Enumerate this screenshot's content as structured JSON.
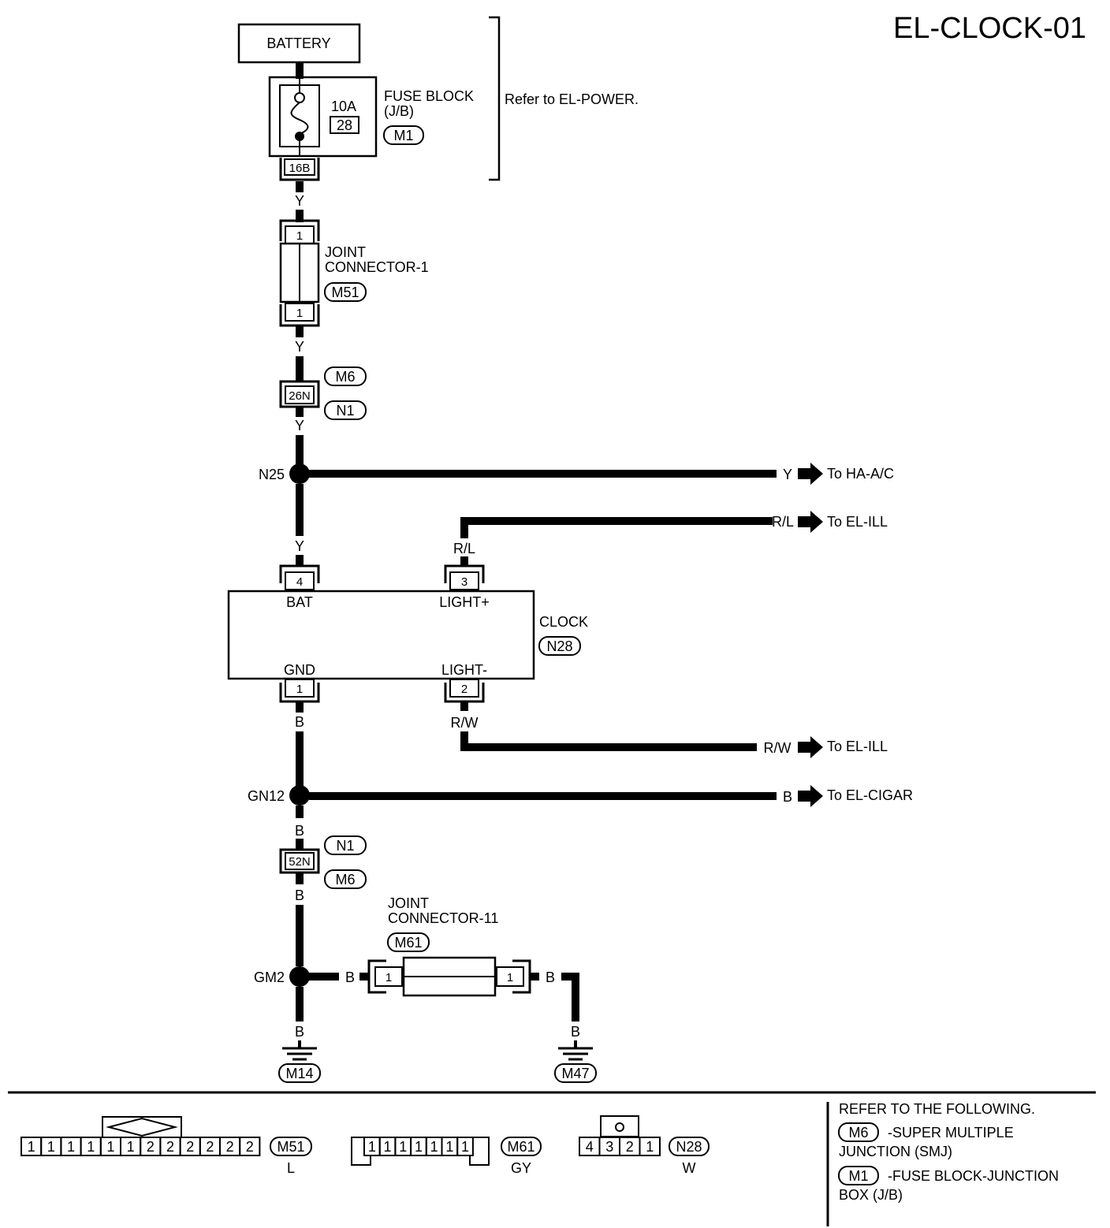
{
  "title": "EL-CLOCK-01",
  "battery": {
    "label": "BATTERY"
  },
  "fuse_block": {
    "name": "FUSE BLOCK",
    "sub": "(J/B)",
    "connector": "M1",
    "fuse_rating": "10A",
    "fuse_number": "28",
    "terminal": "16B",
    "bracket_note": "Refer to EL-POWER."
  },
  "joint_connector_1": {
    "name_line1": "JOINT",
    "name_line2": "CONNECTOR-1",
    "connector": "M51",
    "pin_top": "1",
    "pin_bottom": "1"
  },
  "smj_connector": {
    "pin": "26N",
    "connector_top": "M6",
    "connector_bottom": "N1"
  },
  "smj_connector_2": {
    "pin": "52N",
    "connector_top": "N1",
    "connector_bottom": "M6"
  },
  "wires": {
    "y1": "Y",
    "y2": "Y",
    "y3": "Y",
    "y4": "Y",
    "y_branch": "Y",
    "rl_top": "R/L",
    "rl_branch": "R/L",
    "rw_bottom": "R/W",
    "rw_branch": "R/W",
    "b1": "B",
    "b_branch": "B",
    "b2": "B",
    "b3": "B",
    "b4": "B",
    "b5": "B",
    "b6": "B",
    "b7": "B"
  },
  "splices": {
    "n25": "N25",
    "gn12": "GN12",
    "gm2": "GM2"
  },
  "destinations": {
    "ha_ac": "To HA-A/C",
    "el_ill_1": "To EL-ILL",
    "el_ill_2": "To EL-ILL",
    "el_cigar": "To EL-CIGAR"
  },
  "clock": {
    "name": "CLOCK",
    "connector": "N28",
    "pin_bat": "4",
    "label_bat": "BAT",
    "pin_light_plus": "3",
    "label_light_plus": "LIGHT+",
    "pin_gnd": "1",
    "label_gnd": "GND",
    "pin_light_minus": "2",
    "label_light_minus": "LIGHT-"
  },
  "joint_connector_11": {
    "name_line1": "JOINT",
    "name_line2": "CONNECTOR-11",
    "connector": "M61",
    "pin_left": "1",
    "pin_right": "1"
  },
  "grounds": {
    "g1": "M14",
    "g2": "M47"
  },
  "connector_views": {
    "m51": {
      "pins": [
        "1",
        "1",
        "1",
        "1",
        "1",
        "1",
        "2",
        "2",
        "2",
        "2",
        "2",
        "2"
      ],
      "connector": "M51",
      "color": "L"
    },
    "m61": {
      "pins": [
        "1",
        "1",
        "1",
        "1",
        "1",
        "1",
        "1"
      ],
      "connector": "M61",
      "color": "GY"
    },
    "n28": {
      "pins": [
        "4",
        "3",
        "2",
        "1"
      ],
      "connector": "N28",
      "color": "W"
    }
  },
  "legend": {
    "header": "REFER TO THE FOLLOWING.",
    "item1_conn": "M6",
    "item1_text1": "-SUPER MULTIPLE",
    "item1_text2": "JUNCTION (SMJ)",
    "item2_conn": "M1",
    "item2_text1": "-FUSE BLOCK-JUNCTION",
    "item2_text2": "BOX (J/B)"
  }
}
